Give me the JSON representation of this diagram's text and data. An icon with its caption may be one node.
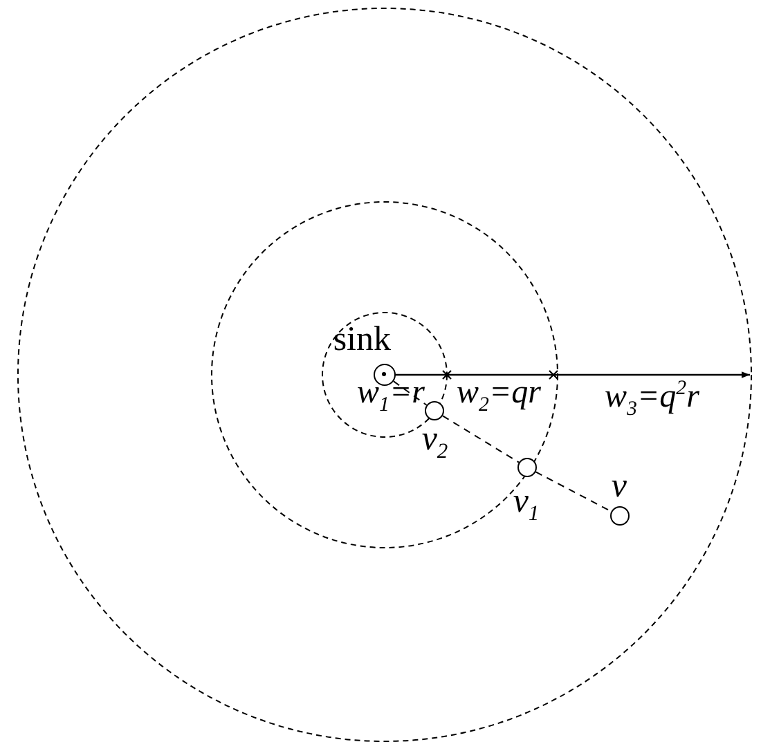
{
  "diagram": {
    "nodes": [
      {
        "text": [],
        "shape": "circle",
        "beside": [
          "sink"
        ]
      },
      {
        "text": [],
        "shape": "circle",
        "beside": [
          "v$_{2}$"
        ]
      },
      {
        "text": [],
        "shape": "circle",
        "beside": [
          "v$_{1}$"
        ]
      },
      {
        "text": [],
        "shape": "circle",
        "beside": [
          "v"
        ]
      }
    ],
    "edges": [
      {
        "from": 0,
        "to": 1,
        "arrow": "none",
        "style": "dashed"
      },
      {
        "from": 1,
        "to": 2,
        "arrow": "none",
        "style": "dashed"
      },
      {
        "from": 2,
        "to": 3,
        "arrow": "none",
        "style": "dashed"
      }
    ],
    "labels": [
      "w$_{1}$=r",
      "w$_{2}$=qr",
      "w$_{3}$=q$^{2}$r"
    ]
  }
}
